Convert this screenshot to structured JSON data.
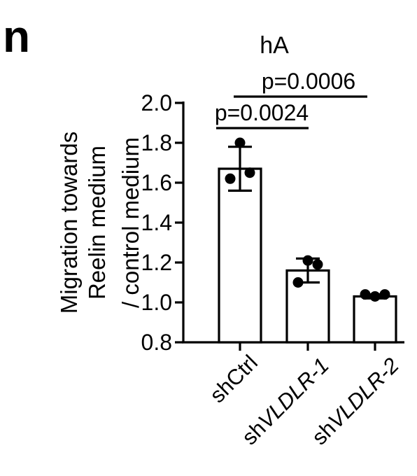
{
  "panel_label": "n",
  "chart_data": {
    "type": "bar",
    "title": "hA",
    "ylabel": [
      "Migration towards",
      "Reelin medium",
      "/ control medium"
    ],
    "xlabel": "",
    "ylim": [
      0.8,
      2.0
    ],
    "yticks": [
      0.8,
      1.0,
      1.2,
      1.4,
      1.6,
      1.8,
      2.0
    ],
    "ytick_labels": [
      "0.8",
      "1.0",
      "1.2",
      "1.4",
      "1.6",
      "1.8",
      "2.0"
    ],
    "categories": [
      {
        "prefix": "sh",
        "name": "Ctrl",
        "italic": false
      },
      {
        "prefix": "sh",
        "name": "VLDLR-1",
        "italic": true
      },
      {
        "prefix": "sh",
        "name": "VLDLR-2",
        "italic": true
      }
    ],
    "values": [
      1.67,
      1.16,
      1.03
    ],
    "error": [
      0.11,
      0.06,
      0.01
    ],
    "points": [
      [
        1.8,
        1.62,
        1.65
      ],
      [
        1.21,
        1.1,
        1.19
      ],
      [
        1.03,
        1.04,
        1.04
      ]
    ],
    "significance": [
      {
        "from": 0,
        "to": 1,
        "label": "p=0.0024"
      },
      {
        "from": 0,
        "to": 2,
        "label": "p=0.0006"
      }
    ],
    "grid": false,
    "colors": {
      "bar_fill": "#ffffff",
      "bar_edge": "#000000",
      "points": "#000000"
    }
  }
}
